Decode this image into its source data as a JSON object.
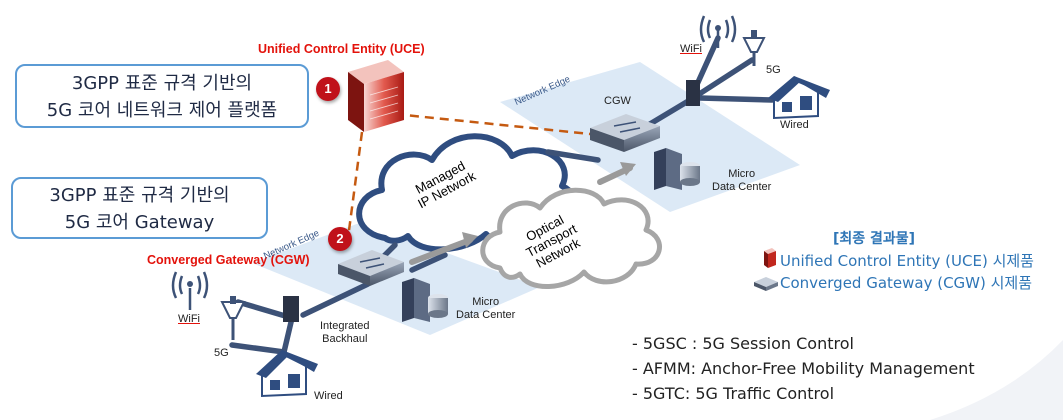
{
  "callouts": {
    "uce": {
      "line1": "3GPP 표준 규격 기반의",
      "line2": "5G 코어 네트워크 제어 플랫폼"
    },
    "cgw": {
      "line1": "3GPP 표준 규격 기반의",
      "line2": "5G 코어 Gateway"
    }
  },
  "uce_title": "Unified Control Entity (UCE)",
  "cgw_title": "Converged Gateway (CGW)",
  "badges": {
    "one": "1",
    "two": "2"
  },
  "clouds": {
    "managed": {
      "line1": "Managed",
      "line2": "IP Network"
    },
    "optical": {
      "line1": "Optical",
      "line2": "Transport",
      "line3": "Network"
    }
  },
  "left_site": {
    "network_edge": "Network Edge",
    "wifi": "WiFi",
    "g5": "5G",
    "wired": "Wired",
    "backhaul_line1": "Integrated",
    "backhaul_line2": "Backhaul",
    "micro_line1": "Micro",
    "micro_line2": "Data Center"
  },
  "right_site": {
    "network_edge": "Network Edge",
    "cgw": "CGW",
    "wifi": "WiFi",
    "g5": "5G",
    "wired": "Wired",
    "micro_line1": "Micro",
    "micro_line2": "Data Center"
  },
  "results": {
    "title": "[최종 결과물]",
    "items": [
      "Unified Control Entity (UCE) 시제품",
      "Converged Gateway (CGW) 시제품"
    ]
  },
  "abbreviations": [
    "- 5GSC : 5G Session Control",
    "- AFMM: Anchor-Free Mobility Management",
    "- 5GTC: 5G Traffic Control"
  ],
  "colors": {
    "link": "#3d5277",
    "platform": "#cfe0f3",
    "accent_red": "#e3120b",
    "callout_border": "#5b9bd5",
    "result_blue": "#2e75b6"
  }
}
